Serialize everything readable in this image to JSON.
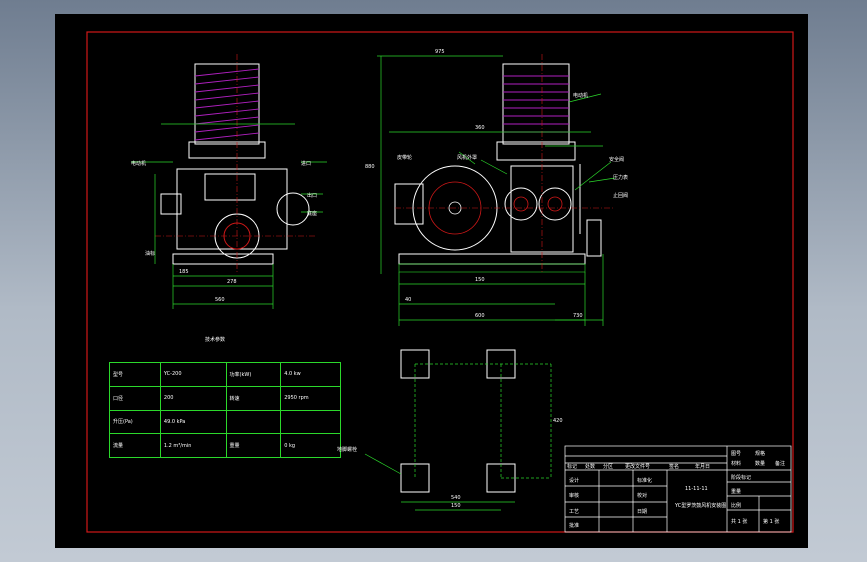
{
  "colors": {
    "background_top": "#6f7d90",
    "background_bottom": "#c2cad4",
    "sheet": "#000000",
    "frame_red": "#d01818",
    "table_green": "#2bd82b",
    "motor_magenta": "#b020c0",
    "outline_white": "#ffffff",
    "dim_green": "#2bd82b"
  },
  "tech_table": {
    "title": "技术参数",
    "rows": [
      [
        "型号",
        "YC-200",
        "功率(kW)",
        "4.0 kw"
      ],
      [
        "口径",
        "200",
        "转速",
        "2950 rpm"
      ],
      [
        "升压(Pa)",
        "49.0 kPa",
        "",
        ""
      ],
      [
        "流量",
        "1.2 m³/min",
        "重量",
        "0 kg"
      ]
    ]
  },
  "callouts": {
    "left_view": [
      "电动机",
      "进口",
      "出口",
      "底座",
      "油标"
    ],
    "right_view": [
      "皮带轮",
      "风机外罩",
      "电动机",
      "安全阀",
      "压力表",
      "止回阀"
    ],
    "foundation": "地脚螺栓"
  },
  "dimensions": {
    "left_bottom": [
      "185",
      "278",
      "560"
    ],
    "right_top": [
      "975",
      "360",
      "880"
    ],
    "right_bottom": [
      "150",
      "40",
      "600",
      "730"
    ],
    "foundation": [
      "150",
      "420",
      "540"
    ]
  },
  "title_block": {
    "header": [
      "标记",
      "处数",
      "分区",
      "更改文件号",
      "签名",
      "年月日"
    ],
    "roles": [
      "设计",
      "审核",
      "工艺",
      "批准"
    ],
    "roles_right": [
      "标准化",
      "校对",
      "日期"
    ],
    "drawing_no": "11-11-11",
    "drawing_name": "YC型罗茨鼓风机安装图",
    "stage_labels": [
      "阶段标记",
      "重量",
      "比例"
    ],
    "sheet_labels": [
      "共 1 张",
      "第 1 张"
    ],
    "side_labels": [
      "图号",
      "规格",
      "材料",
      "数量",
      "备注"
    ]
  }
}
